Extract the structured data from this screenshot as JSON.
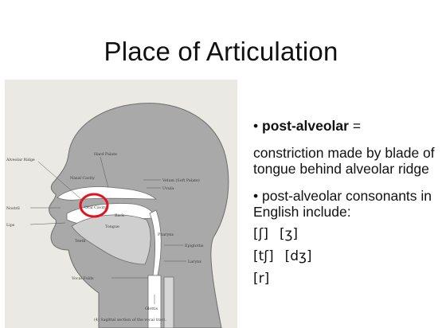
{
  "slide": {
    "title": "Place of Articulation"
  },
  "figure": {
    "labels": {
      "alveolar_ridge": "Alveolar Ridge",
      "hard_palate": "Hard Palate",
      "nasal_cavity": "Nasal Cavity",
      "velum": "Velum (Soft Palate)",
      "uvula": "Uvula",
      "nostril": "Nostril",
      "oral_cavity": "Oral Cavity",
      "back": "Back",
      "lips": "Lips",
      "tongue": "Tongue",
      "pharynx": "Pharynx",
      "teeth": "Teeth",
      "epiglottis": "Epiglottis",
      "larynx": "Larynx",
      "vocal_folds": "Vocal Folds",
      "glottis": "Glottis"
    },
    "caption": "(4) Sagittal section of the vocal tract.",
    "highlight_color": "#e0141e"
  },
  "content": {
    "bullet1_marker": "•",
    "bullet1_term": "post-alveolar",
    "bullet1_suffix": " =",
    "definition": "constriction made by blade of tongue behind alveolar ridge",
    "bullet2": "• post-alveolar consonants in English include:",
    "ipa_row1": [
      "[ʃ]",
      "[ʒ]"
    ],
    "ipa_row2": [
      "[tʃ]",
      "[dʒ]"
    ],
    "ipa_row3": [
      "[r]"
    ]
  }
}
